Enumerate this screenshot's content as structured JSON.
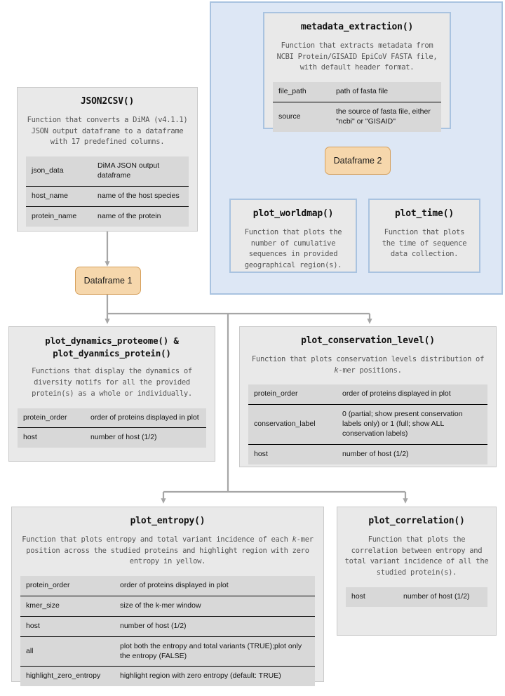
{
  "diagram": {
    "title": "DiMA visualisation function flow diagram",
    "colors": {
      "panel_fill": "#dde7f5",
      "panel_border": "#a9c3e0",
      "card_fill": "#e9e9e9",
      "card_border_gray": "#c9c9c9",
      "card_border_blue": "#a9c3e0",
      "table_fill": "#d8d8d8",
      "pill_fill": "#f6d7ac",
      "pill_border": "#d6a05c",
      "connector": "#a6a6a6"
    }
  },
  "nodes": {
    "json2csv": {
      "title": "JSON2CSV()",
      "description": "Function that converts a DiMA (v4.1.1) JSON output dataframe to a dataframe with 17 predefined columns.",
      "params": [
        {
          "name": "json_data",
          "desc": "DiMA JSON output dataframe"
        },
        {
          "name": "host_name",
          "desc": "name of the host species"
        },
        {
          "name": "protein_name",
          "desc": "name of the protein"
        }
      ]
    },
    "metadata_extraction": {
      "title": "metadata_extraction()",
      "description": "Function that extracts metadata from NCBI Protein/GISAID EpiCoV FASTA file, with default header format.",
      "params": [
        {
          "name": "file_path",
          "desc": "path of fasta file"
        },
        {
          "name": "source",
          "desc": "the source of fasta file, either \"ncbi\" or \"GISAID\""
        }
      ]
    },
    "plot_worldmap": {
      "title": "plot_worldmap()",
      "description": "Function that plots the number of cumulative sequences in provided geographical region(s).",
      "params": []
    },
    "plot_time": {
      "title": "plot_time()",
      "description": "Function that plots the time of sequence data collection.",
      "params": []
    },
    "plot_dynamics": {
      "title_line1": "plot_dynamics_proteome() &",
      "title_line2": "plot_dyanmics_protein()",
      "description": "Functions that display the dynamics of diversity motifs for all the provided protein(s) as a whole or individually.",
      "params": [
        {
          "name": "protein_order",
          "desc": "order of proteins displayed in plot"
        },
        {
          "name": "host",
          "desc": "number of host (1/2)"
        }
      ]
    },
    "plot_conservation_level": {
      "title": "plot_conservation_level()",
      "description_part1": "Function that plots conservation levels distribution of ",
      "description_italic": "k",
      "description_part2": "-mer positions.",
      "params": [
        {
          "name": "protein_order",
          "desc": "order of proteins displayed in plot"
        },
        {
          "name": "conservation_label",
          "desc": "0 (partial; show present conservation labels only) or 1 (full; show ALL conservation labels)"
        },
        {
          "name": "host",
          "desc": "number of host (1/2)"
        }
      ]
    },
    "plot_entropy": {
      "title": "plot_entropy()",
      "description_part1": "Function that plots entropy and total variant incidence of each ",
      "description_italic": "k",
      "description_part2": "-mer position across the studied proteins and highlight region with zero entropy in yellow.",
      "params": [
        {
          "name": "protein_order",
          "desc": "order of proteins displayed in plot"
        },
        {
          "name": "kmer_size",
          "desc": "size of the k-mer window"
        },
        {
          "name": "host",
          "desc": "number of host (1/2)"
        },
        {
          "name": "all",
          "desc": "plot both the entropy and total variants (TRUE);plot only the entropy (FALSE)"
        },
        {
          "name": "highlight_zero_entropy",
          "desc": "highlight region with zero entropy (default: TRUE)"
        }
      ]
    },
    "plot_correlation": {
      "title": "plot_correlation()",
      "description": "Function that plots the correlation between entropy and total variant incidence of all the studied protein(s).",
      "params": [
        {
          "name": "host",
          "desc": "number of host (1/2)"
        }
      ]
    }
  },
  "dataframes": {
    "dataframe1": "Dataframe 1",
    "dataframe2": "Dataframe 2"
  }
}
